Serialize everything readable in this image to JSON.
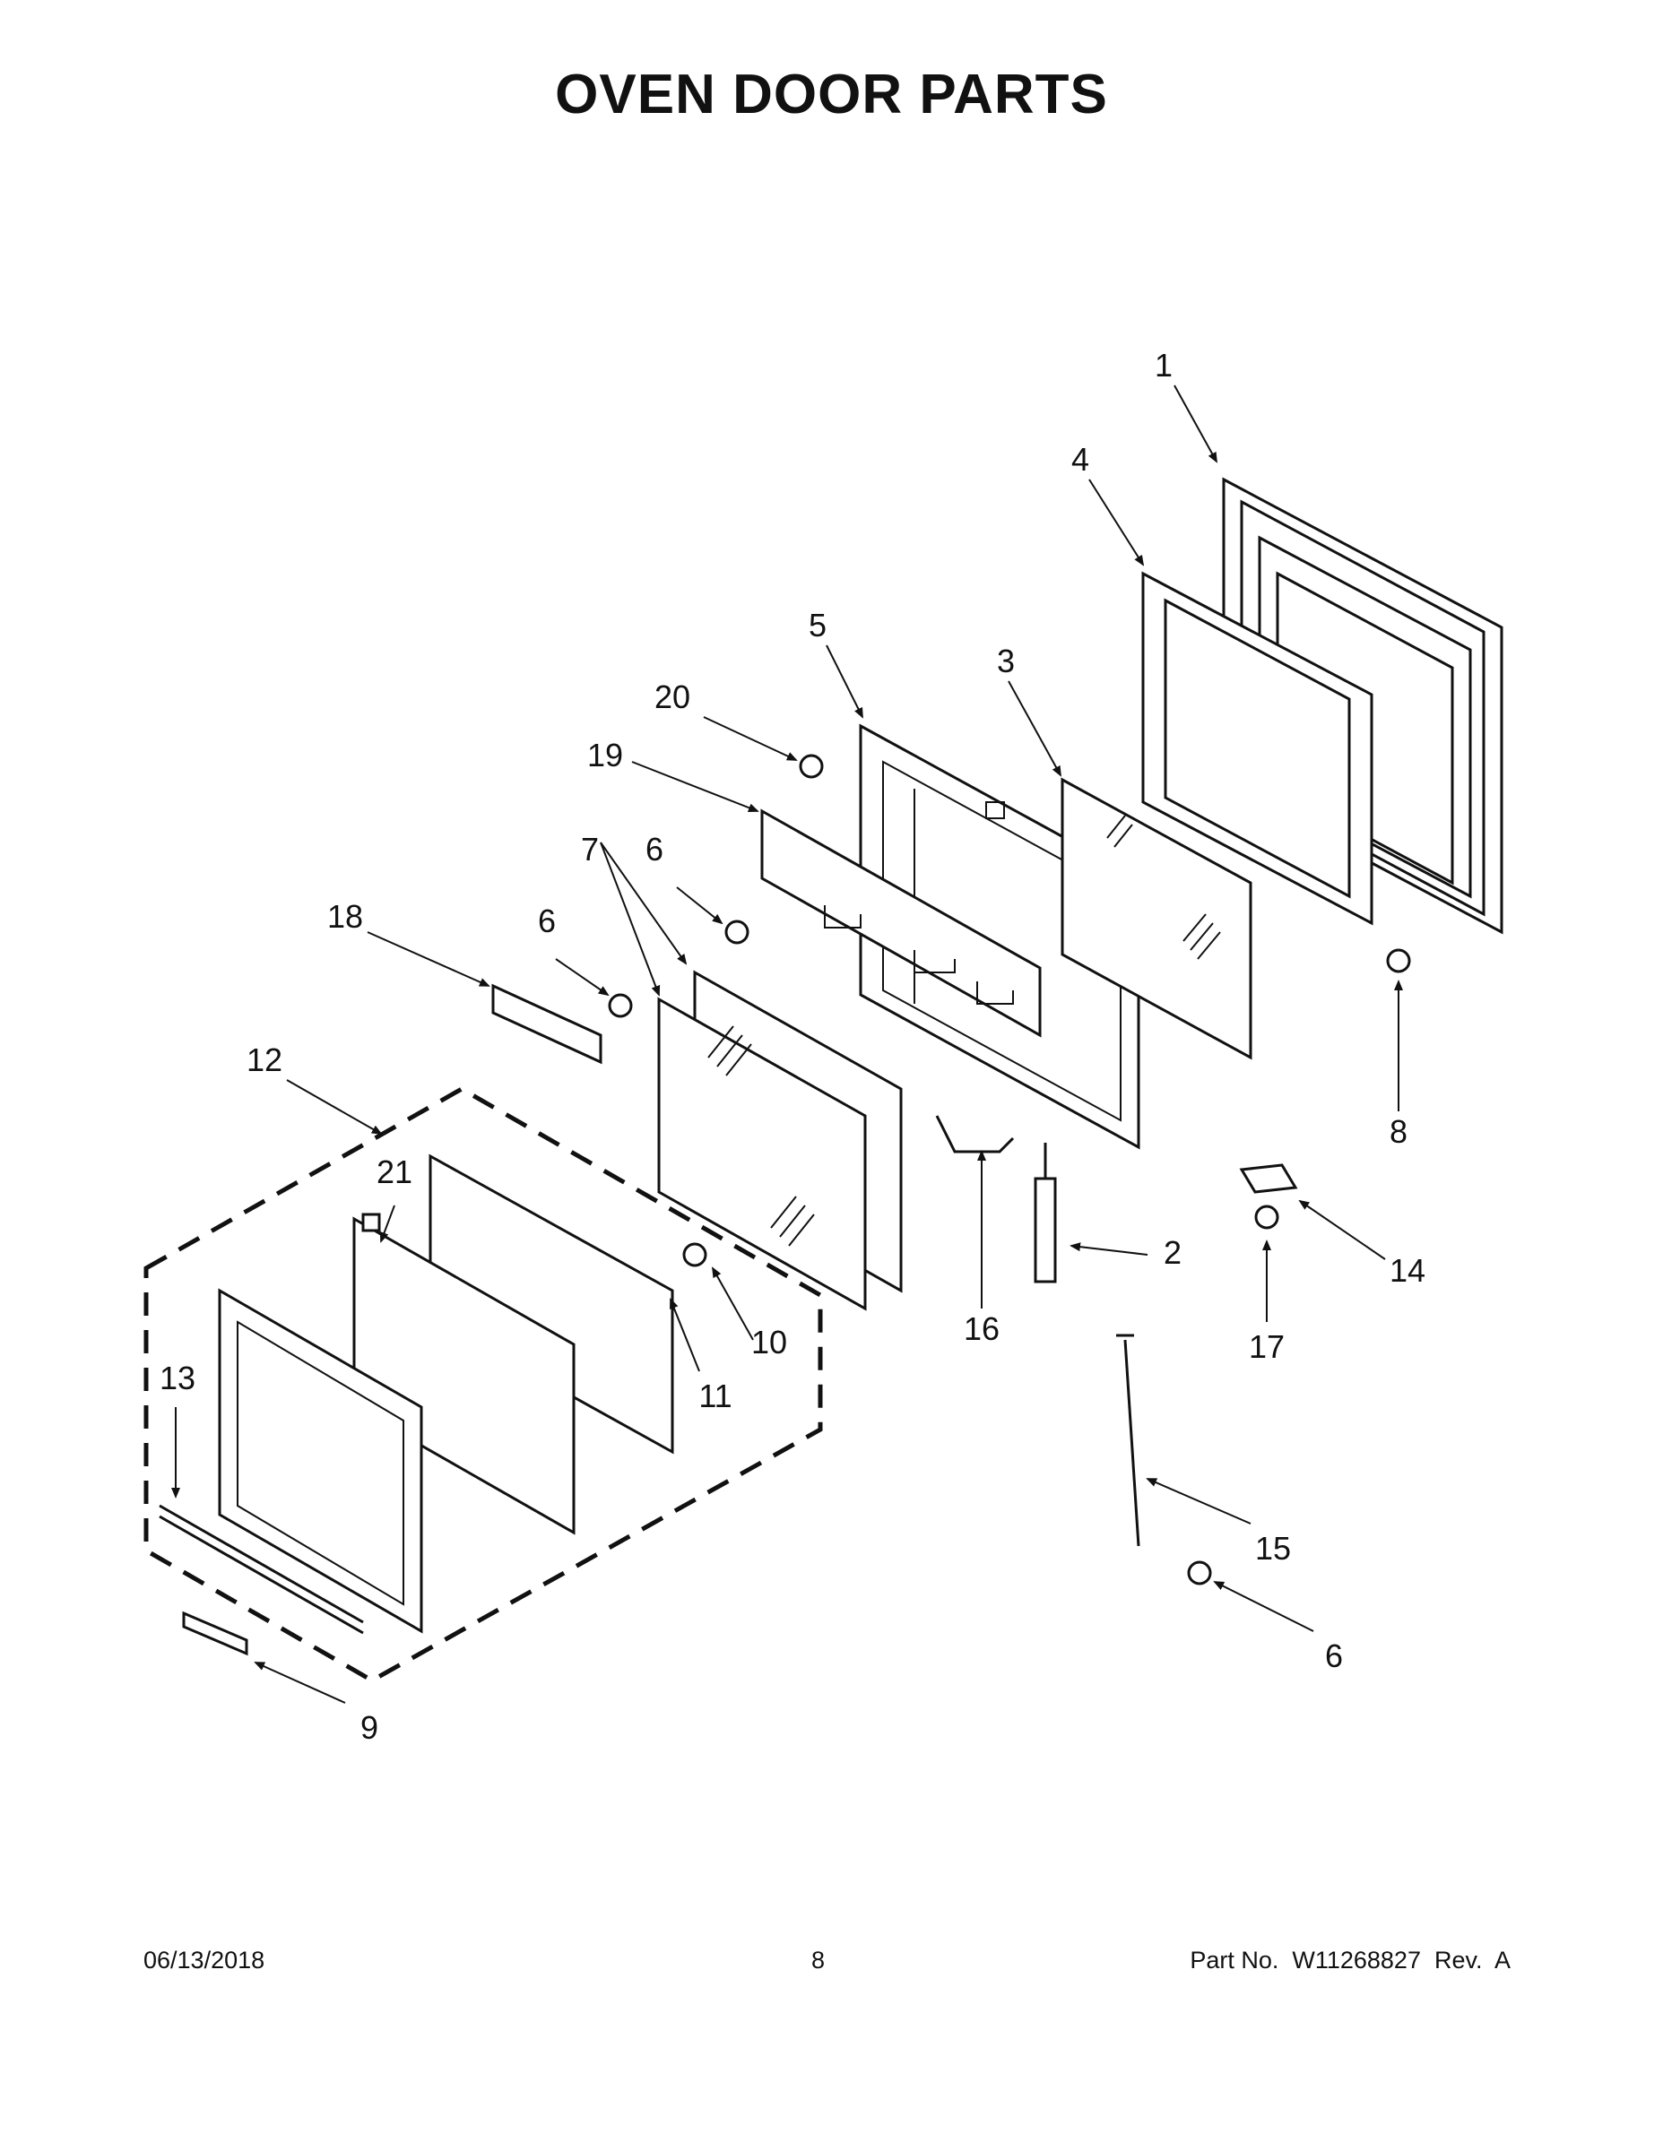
{
  "title": "OVEN DOOR PARTS",
  "callouts": {
    "c1": "1",
    "c2": "2",
    "c3": "3",
    "c4": "4",
    "c5": "5",
    "c6a": "6",
    "c6b": "6",
    "c6c": "6",
    "c7": "7",
    "c8": "8",
    "c9": "9",
    "c10": "10",
    "c11": "11",
    "c12": "12",
    "c13": "13",
    "c14": "14",
    "c15": "15",
    "c16": "16",
    "c17": "17",
    "c18": "18",
    "c19": "19",
    "c20": "20",
    "c21": "21"
  },
  "footer": {
    "date": "06/13/2018",
    "page": "8",
    "part": "Part No.  W11268827  Rev.  A"
  }
}
